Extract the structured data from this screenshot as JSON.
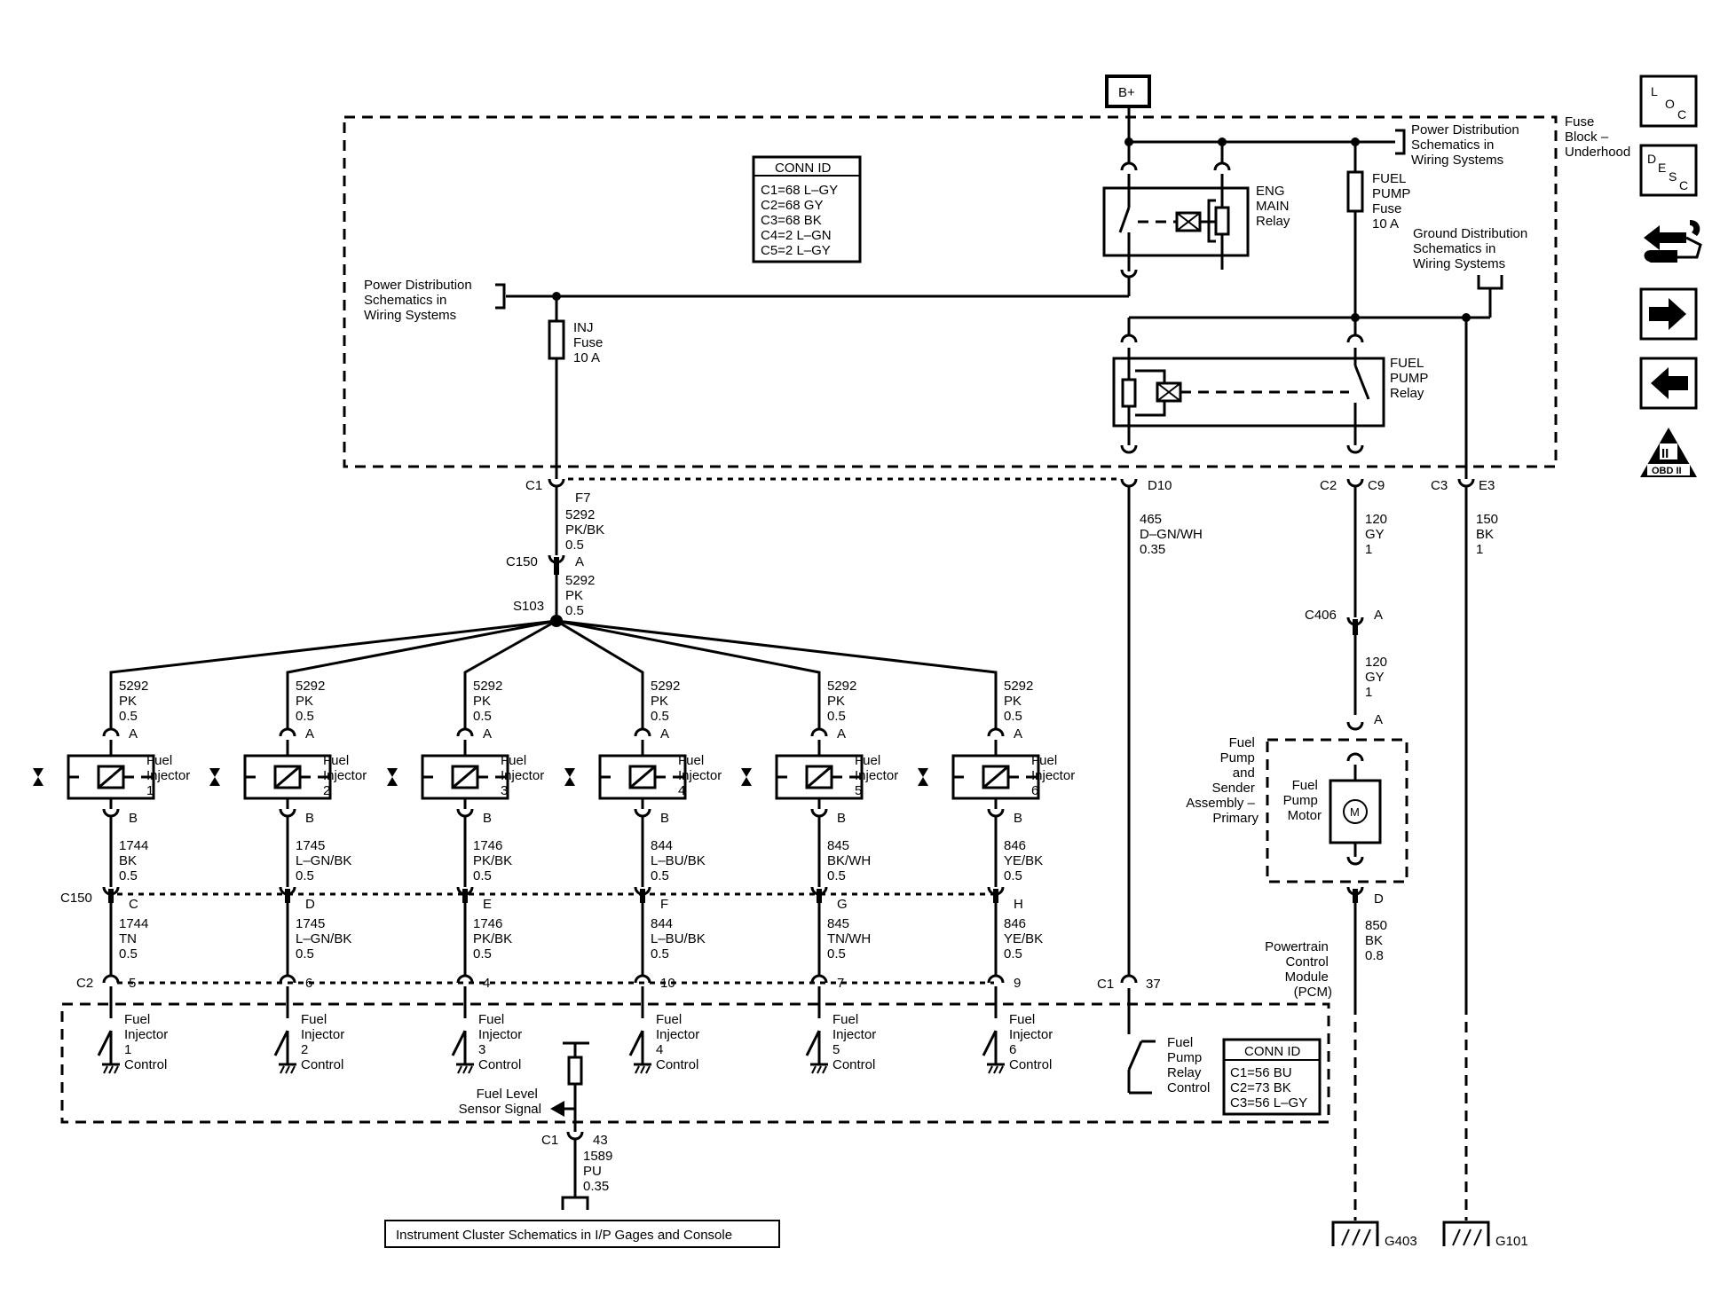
{
  "power": {
    "bplus": "B+"
  },
  "fuse_block": {
    "label": [
      "Fuse",
      "Block –",
      "Underhood"
    ],
    "pdist_right": [
      "Power Distribution",
      "Schematics in",
      "Wiring Systems"
    ],
    "pdist_left": [
      "Power Distribution",
      "Schematics in",
      "Wiring Systems"
    ],
    "gdist": [
      "Ground Distribution",
      "Schematics in",
      "Wiring Systems"
    ],
    "eng_main_relay": [
      "ENG",
      "MAIN",
      "Relay"
    ],
    "fuel_pump_fuse": [
      "FUEL",
      "PUMP",
      "Fuse",
      "10 A"
    ],
    "inj_fuse": [
      "INJ",
      "Fuse",
      "10 A"
    ],
    "fuel_pump_relay": [
      "FUEL",
      "PUMP",
      "Relay"
    ]
  },
  "conn_id_top": {
    "title": "CONN ID",
    "lines": [
      "C1=68 L–GY",
      "C2=68 GY",
      "C3=68 BK",
      "C4=2 L–GN",
      "C5=2 L–GY"
    ]
  },
  "conn_id_pcm": {
    "title": "CONN ID",
    "lines": [
      "C1=56 BU",
      "C2=73 BK",
      "C3=56 L–GY"
    ]
  },
  "fb_connectors": {
    "c1": "C1",
    "f7": "F7",
    "d10": "D10",
    "c2": "C2",
    "c9": "C9",
    "c3": "C3",
    "e3": "E3"
  },
  "main_feed": {
    "wire_a": [
      "5292",
      "PK/BK",
      "0.5"
    ],
    "c150": "C150",
    "c150_pin": "A",
    "wire_b": [
      "5292",
      "PK",
      "0.5"
    ],
    "splice": "S103"
  },
  "injectors": [
    {
      "top_wire": [
        "5292",
        "PK",
        "0.5"
      ],
      "pin_a": "A",
      "name": [
        "Fuel",
        "Injector",
        "1"
      ],
      "pin_b": "B",
      "mid_wire": [
        "1744",
        "BK",
        "0.5"
      ],
      "c150_pin": "C",
      "low_wire": [
        "1744",
        "TN",
        "0.5"
      ],
      "c2_pin": "5",
      "ctrl": [
        "Fuel",
        "Injector",
        "1",
        "Control"
      ]
    },
    {
      "top_wire": [
        "5292",
        "PK",
        "0.5"
      ],
      "pin_a": "A",
      "name": [
        "Fuel",
        "Injector",
        "2"
      ],
      "pin_b": "B",
      "mid_wire": [
        "1745",
        "L–GN/BK",
        "0.5"
      ],
      "c150_pin": "D",
      "low_wire": [
        "1745",
        "L–GN/BK",
        "0.5"
      ],
      "c2_pin": "6",
      "ctrl": [
        "Fuel",
        "Injector",
        "2",
        "Control"
      ]
    },
    {
      "top_wire": [
        "5292",
        "PK",
        "0.5"
      ],
      "pin_a": "A",
      "name": [
        "Fuel",
        "Injector",
        "3"
      ],
      "pin_b": "B",
      "mid_wire": [
        "1746",
        "PK/BK",
        "0.5"
      ],
      "c150_pin": "E",
      "low_wire": [
        "1746",
        "PK/BK",
        "0.5"
      ],
      "c2_pin": "4",
      "ctrl": [
        "Fuel",
        "Injector",
        "3",
        "Control"
      ]
    },
    {
      "top_wire": [
        "5292",
        "PK",
        "0.5"
      ],
      "pin_a": "A",
      "name": [
        "Fuel",
        "Injector",
        "4"
      ],
      "pin_b": "B",
      "mid_wire": [
        "844",
        "L–BU/BK",
        "0.5"
      ],
      "c150_pin": "F",
      "low_wire": [
        "844",
        "L–BU/BK",
        "0.5"
      ],
      "c2_pin": "10",
      "ctrl": [
        "Fuel",
        "Injector",
        "4",
        "Control"
      ]
    },
    {
      "top_wire": [
        "5292",
        "PK",
        "0.5"
      ],
      "pin_a": "A",
      "name": [
        "Fuel",
        "Injector",
        "5"
      ],
      "pin_b": "B",
      "mid_wire": [
        "845",
        "BK/WH",
        "0.5"
      ],
      "c150_pin": "G",
      "low_wire": [
        "845",
        "TN/WH",
        "0.5"
      ],
      "c2_pin": "7",
      "ctrl": [
        "Fuel",
        "Injector",
        "5",
        "Control"
      ]
    },
    {
      "top_wire": [
        "5292",
        "PK",
        "0.5"
      ],
      "pin_a": "A",
      "name": [
        "Fuel",
        "Injector",
        "6"
      ],
      "pin_b": "B",
      "mid_wire": [
        "846",
        "YE/BK",
        "0.5"
      ],
      "c150_pin": "H",
      "low_wire": [
        "846",
        "YE/BK",
        "0.5"
      ],
      "c2_pin": "9",
      "ctrl": [
        "Fuel",
        "Injector",
        "6",
        "Control"
      ]
    }
  ],
  "c150_label": "C150",
  "c2_label": "C2",
  "relay_ctrl": {
    "wire": [
      "465",
      "D–GN/WH",
      "0.35"
    ],
    "c1": "C1",
    "pin": "37",
    "label": [
      "Fuel",
      "Pump",
      "Relay",
      "Control"
    ]
  },
  "pump_feed": {
    "wire_a": [
      "120",
      "GY",
      "1"
    ],
    "c406": "C406",
    "c406_pin": "A",
    "wire_b": [
      "120",
      "GY",
      "1"
    ],
    "pin_a": "A",
    "assembly": [
      "Fuel",
      "Pump",
      "and",
      "Sender",
      "Assembly –",
      "Primary"
    ],
    "motor": [
      "Fuel",
      "Pump",
      "Motor"
    ],
    "motor_symbol": "M",
    "pin_d": "D",
    "wire_c": [
      "850",
      "BK",
      "0.8"
    ],
    "ground": "G403"
  },
  "ground_e3": {
    "wire": [
      "150",
      "BK",
      "1"
    ],
    "ground": "G101"
  },
  "pcm": {
    "label": [
      "Powertrain",
      "Control",
      "Module",
      "(PCM)"
    ]
  },
  "fuel_level": {
    "label": [
      "Fuel Level",
      "Sensor Signal"
    ],
    "c1": "C1",
    "pin": "43",
    "wire": [
      "1589",
      "PU",
      "0.35"
    ],
    "dest": "Instrument Cluster Schematics in I/P Gages and Console"
  },
  "nav": {
    "loc": [
      "L",
      "O",
      "C"
    ],
    "desc": [
      "D",
      "E",
      "S",
      "C"
    ],
    "obd": [
      "II",
      "OBD II"
    ]
  }
}
